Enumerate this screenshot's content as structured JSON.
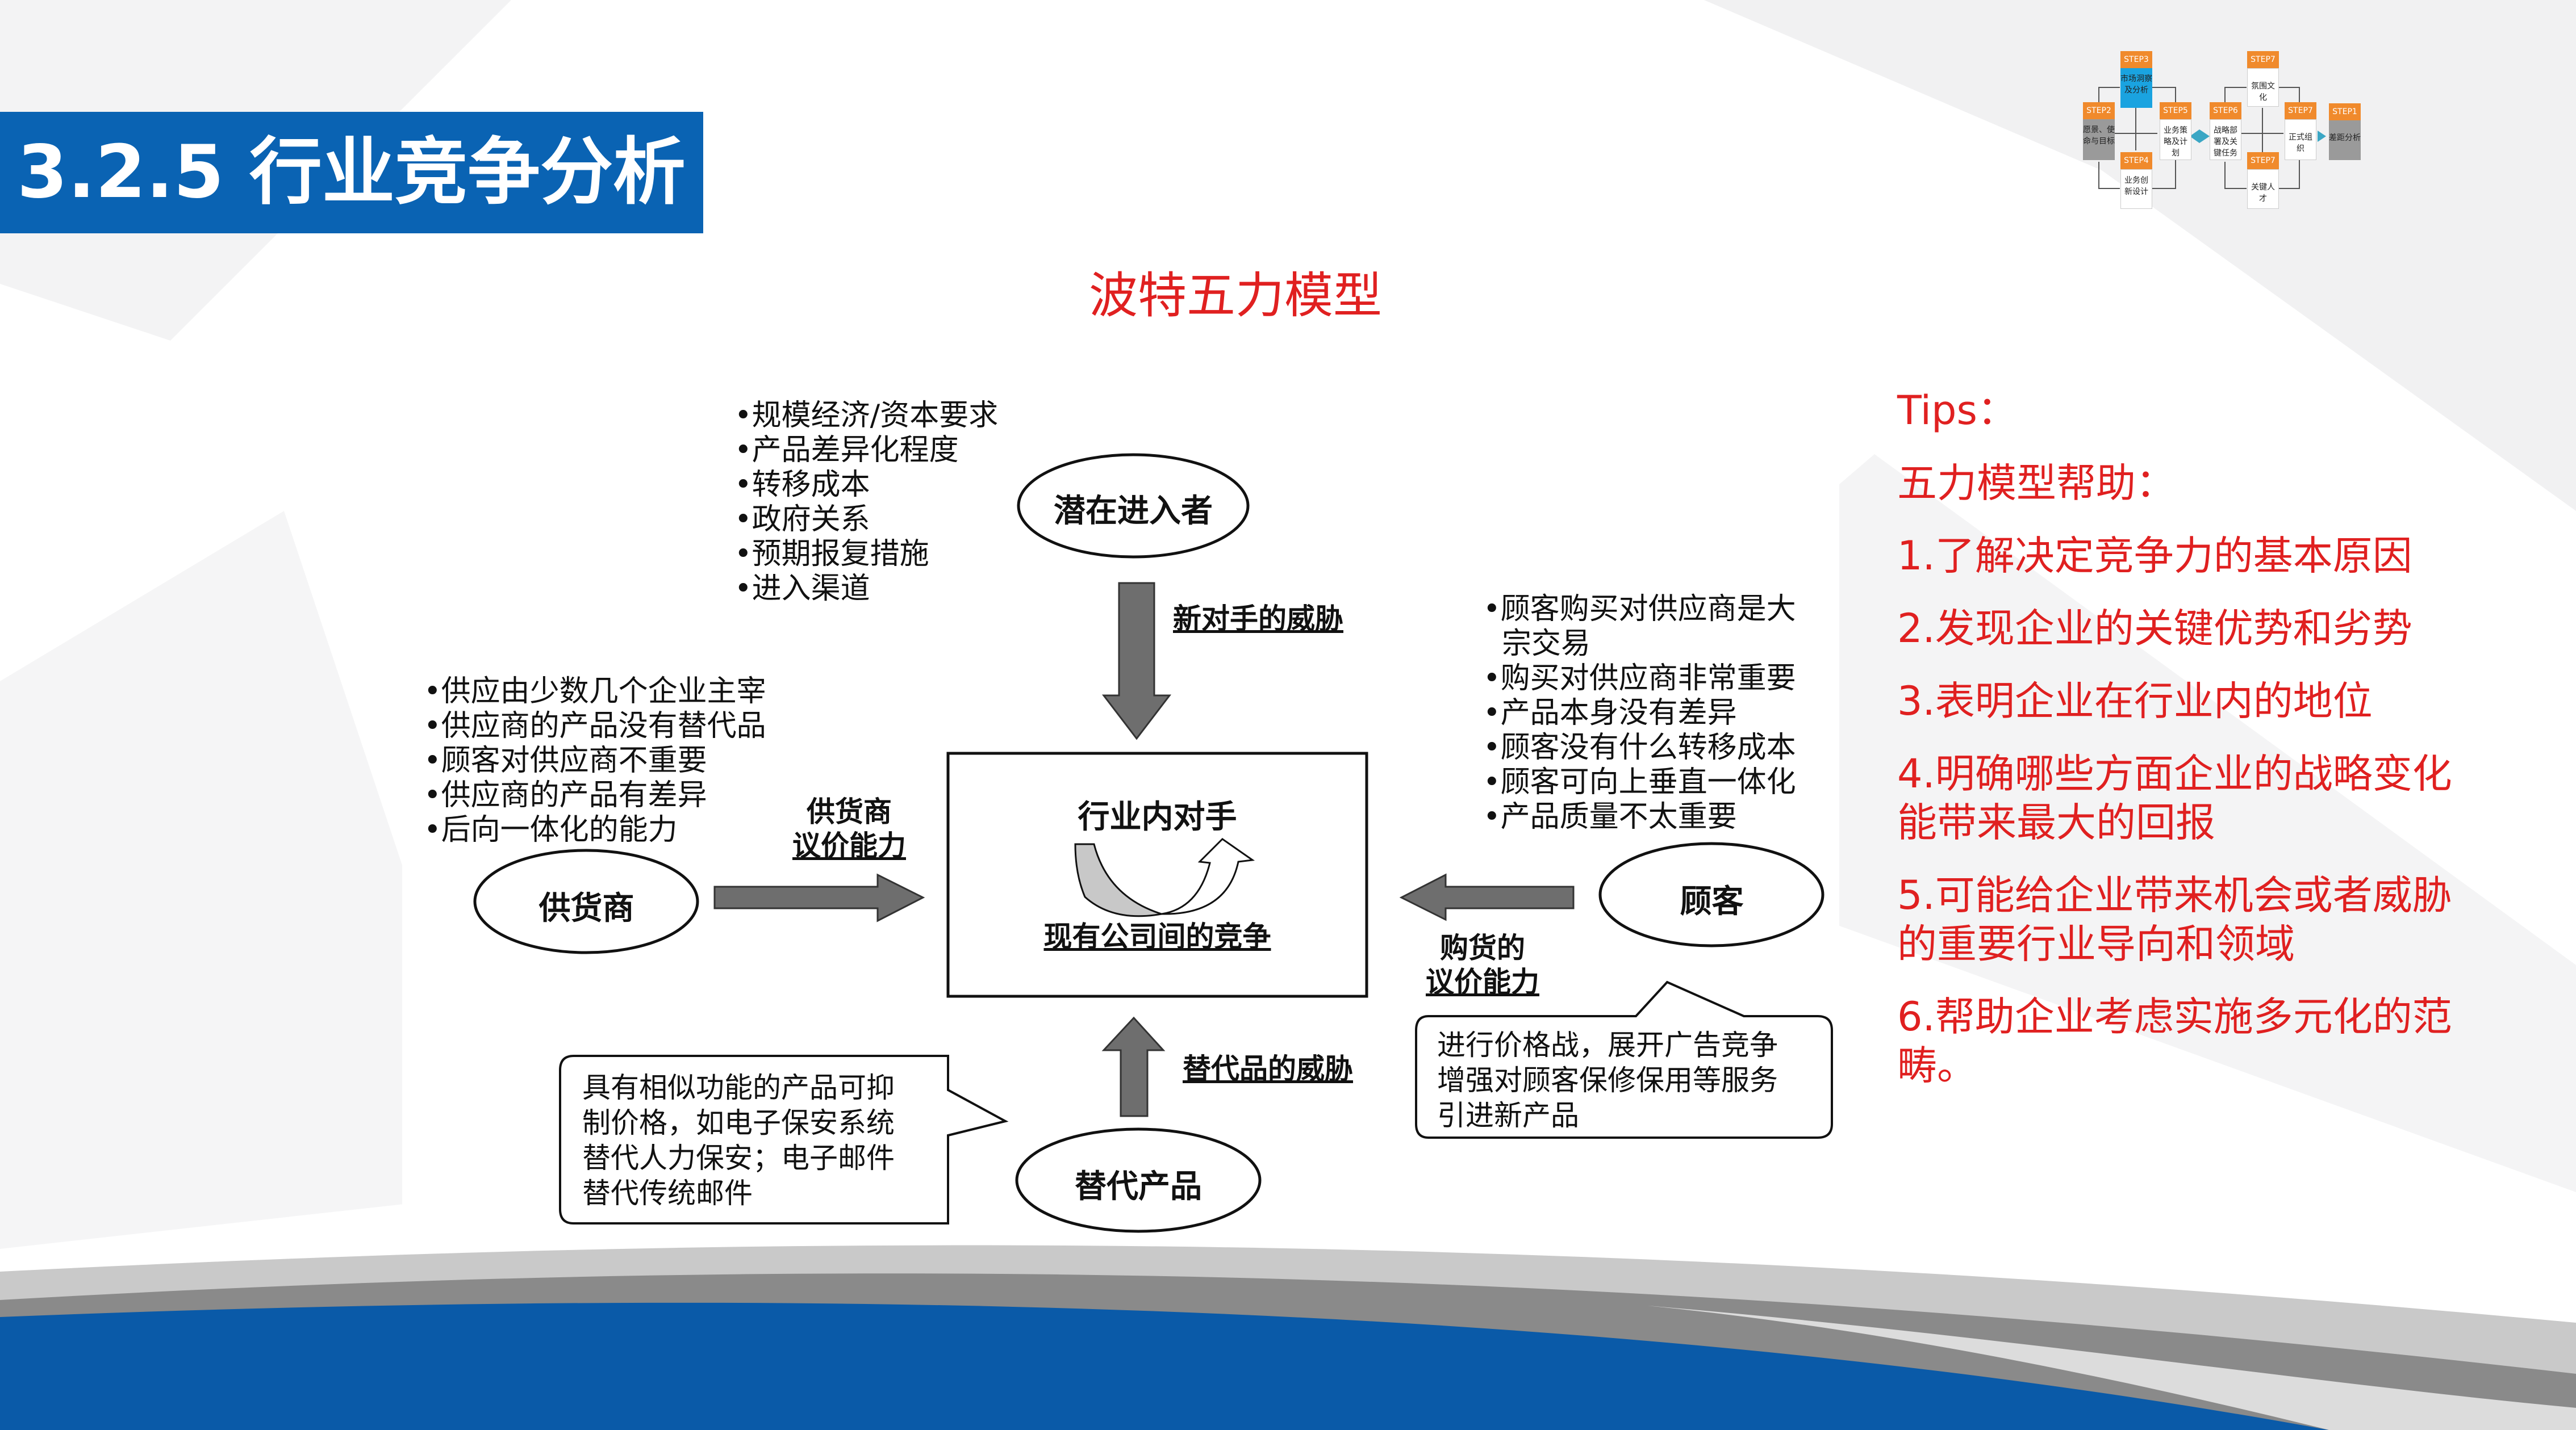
{
  "header": {
    "title": "3.2.5 行业竞争分析"
  },
  "subtitle": "波特五力模型",
  "mini_flow": {
    "steps": [
      {
        "step": "STEP3",
        "text": "市场洞察及分析"
      },
      {
        "step": "STEP2",
        "text": "愿景、使命与目标"
      },
      {
        "step": "STEP5",
        "text": "业务策略及计划"
      },
      {
        "step": "STEP4",
        "text": "业务创新设计"
      },
      {
        "step": "STEP6",
        "text": "战略部署及关键任务"
      },
      {
        "step": "STEP7",
        "text": "氛围文化"
      },
      {
        "step": "STEP7",
        "text": "正式组织"
      },
      {
        "step": "STEP7",
        "text": "关键人才"
      },
      {
        "step": "STEP1",
        "text": "差距分析"
      }
    ],
    "colors": {
      "header": "#f08a2c",
      "highlight": "#1aa3e0",
      "gray": "#9a9a9a",
      "connector": "#3aa6c4"
    }
  },
  "diagram": {
    "entrants": {
      "name": "潜在进入者",
      "threat": "新对手的威胁",
      "factors": [
        "•规模经济/资本要求",
        "•产品差异化程度",
        "•转移成本",
        "•政府关系",
        "•预期报复措施",
        "•进入渠道"
      ]
    },
    "suppliers": {
      "name": "供货商",
      "power_line1": "供货商",
      "power_line2": "议价能力",
      "factors": [
        "•供应由少数几个企业主宰",
        "•供应商的产品没有替代品",
        "•顾客对供应商不重要",
        "•供应商的产品有差异",
        "•后向一体化的能力"
      ]
    },
    "buyers": {
      "name": "顾客",
      "power_line1": "购货的",
      "power_line2": "议价能力",
      "factors": [
        "•顾客购买对供应商是大",
        "  宗交易",
        "•购买对供应商非常重要",
        "•产品本身没有差异",
        "•顾客没有什么转移成本",
        "•顾客可向上垂直一体化",
        "•产品质量不太重要"
      ],
      "callout": [
        "进行价格战，展开广告竞争",
        "增强对顾客保修保用等服务",
        "引进新产品"
      ]
    },
    "substitutes": {
      "name": "替代产品",
      "threat": "替代品的威胁",
      "callout": [
        "具有相似功能的产品可抑",
        "制价格，如电子保安系统",
        "替代人力保安；电子邮件",
        "替代传统邮件"
      ]
    },
    "rivalry": {
      "top": "行业内对手",
      "bottom": "现有公司间的竞争"
    }
  },
  "tips": {
    "heading": "Tips：",
    "intro": "五力模型帮助：",
    "items": [
      "1.了解决定竞争力的基本原因",
      "2.发现企业的关键优势和劣势",
      "3.表明企业在行业内的地位",
      "4.明确哪些方面企业的战略变化能带来最大的回报",
      "5.可能给企业带来机会或者威胁的重要行业导向和领域",
      "6.帮助企业考虑实施多元化的范畴。"
    ]
  },
  "colors": {
    "title_bg": "#0a63b3",
    "accent_red": "#e02020",
    "footer_blue": "#0a5aa8",
    "footer_gray": "#8a8a8a"
  }
}
